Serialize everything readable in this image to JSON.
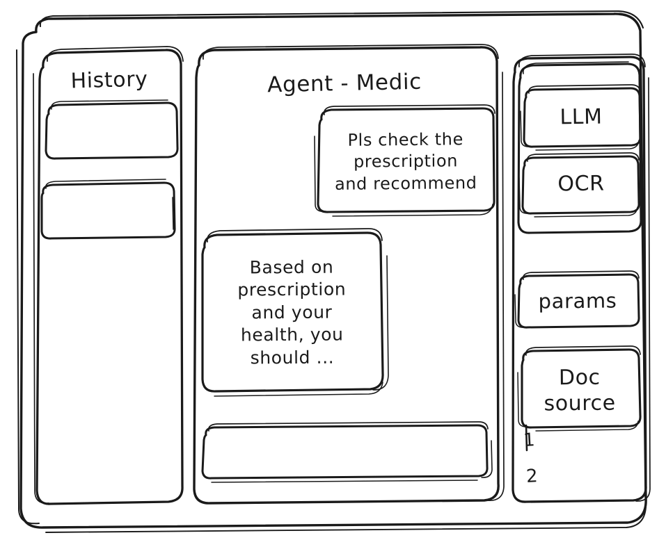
{
  "window": {
    "frame_name": "app-window"
  },
  "sidebar": {
    "title": "History",
    "items": [
      {
        "label": "",
        "name": "history-item-1"
      },
      {
        "label": "",
        "name": "history-item-2"
      }
    ]
  },
  "main": {
    "title": "Agent - Medic",
    "messages": [
      {
        "role": "user",
        "text": "Pls check the\nprescription\nand recommend"
      },
      {
        "role": "agent",
        "text": "Based on\nprescription\nand your\nhealth, you\nshould ..."
      }
    ],
    "composer": {
      "value": "",
      "placeholder": ""
    }
  },
  "tools": {
    "top_items": [
      {
        "label": "LLM",
        "name": "tool-chip-llm"
      },
      {
        "label": "OCR",
        "name": "tool-chip-ocr"
      }
    ],
    "params_label": "params",
    "doc_source_label": "Doc\nsource",
    "doc_source_items": [
      {
        "label": "1"
      },
      {
        "label": "2"
      }
    ]
  },
  "style": {
    "ink": "#1a1a1a",
    "paper": "#ffffff"
  }
}
